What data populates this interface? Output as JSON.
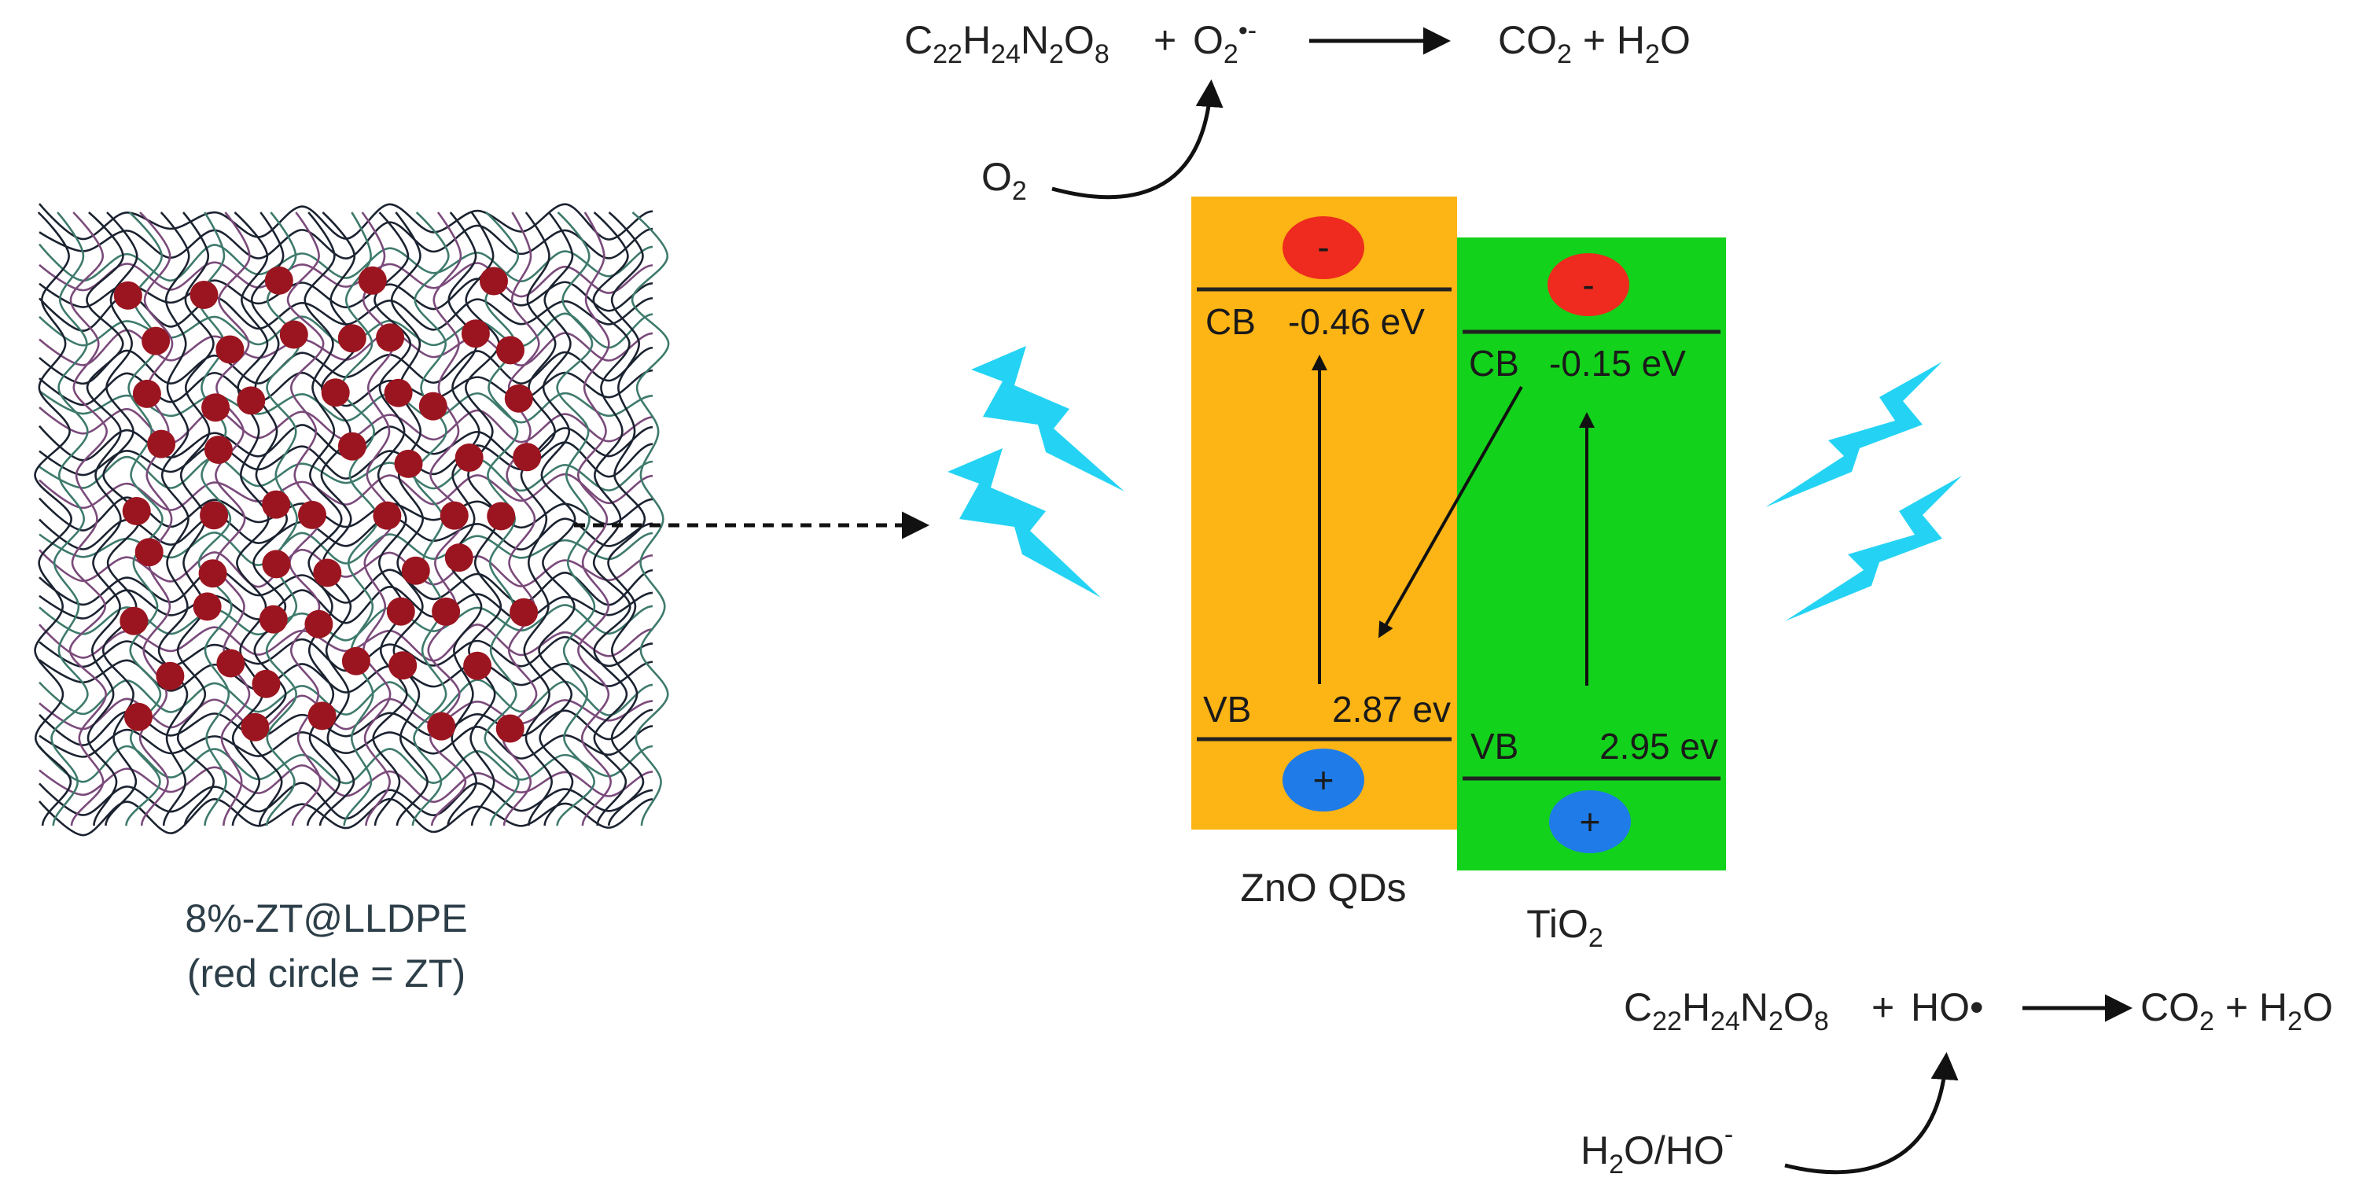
{
  "polymer_film": {
    "name": "8%-ZT@LLDPE",
    "legend": "(red circle = ZT)"
  },
  "zno": {
    "label": "ZnO QDs",
    "cb_label": "CB",
    "cb_value": "-0.46 eV",
    "vb_label": "VB",
    "vb_value": "2.87 ev",
    "electron": "-",
    "hole": "+"
  },
  "tio2": {
    "label_base": "TiO",
    "label_sub": "2",
    "cb_label": "CB",
    "cb_value": "-0.15 eV",
    "vb_label": "VB",
    "vb_value": "2.95 ev",
    "electron": "-",
    "hole": "+"
  },
  "reaction_top": {
    "reactant_formula": [
      "C",
      "22",
      "H",
      "24",
      "N",
      "2",
      "O",
      "8"
    ],
    "radical": [
      "O",
      "2",
      "•-"
    ],
    "plus": "+",
    "products": [
      "CO",
      "2",
      " + H",
      "2",
      "O"
    ],
    "source": [
      "O",
      "2"
    ]
  },
  "reaction_bottom": {
    "reactant_formula": [
      "C",
      "22",
      "H",
      "24",
      "N",
      "2",
      "O",
      "8"
    ],
    "radical": "HO•",
    "plus": "+",
    "products": [
      "CO",
      "2",
      " + H",
      "2",
      "O"
    ],
    "source": [
      "H",
      "2",
      "O/HO",
      "-"
    ]
  },
  "colors": {
    "zno_fill": "#fdb415",
    "tio2_fill": "#13d21b",
    "electron_fill": "#ee2b1e",
    "hole_fill": "#1f7be8",
    "lightning": "#24d3f4",
    "particle": "#9b1520",
    "mesh_dark": "#1b2230",
    "mesh_green": "#3e7a6c",
    "mesh_purple": "#7a4a7a"
  },
  "icons": {
    "light": "lightning-bolt-icon"
  }
}
